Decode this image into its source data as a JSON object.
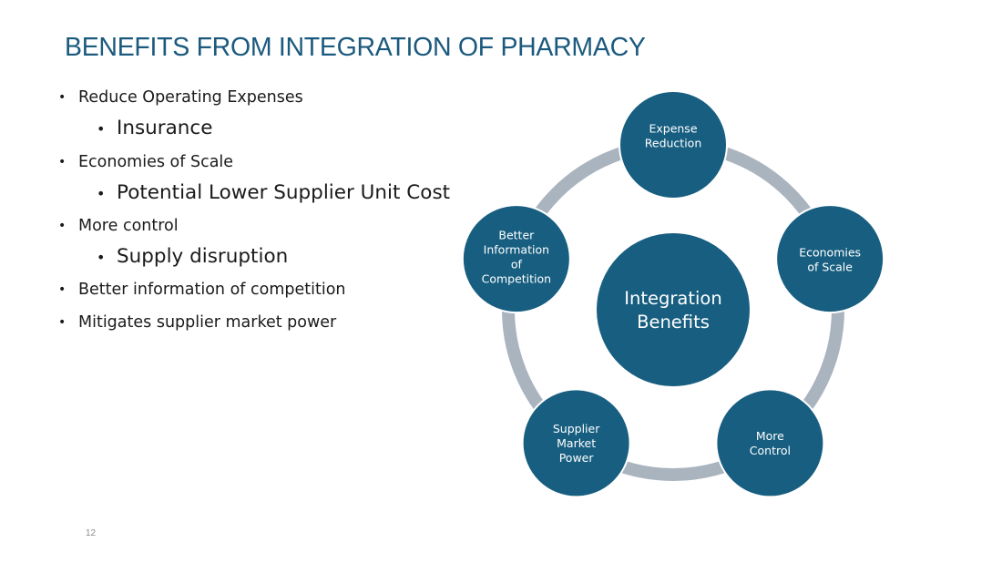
{
  "slide": {
    "title": "BENEFITS FROM INTEGRATION OF PHARMACY",
    "page_number": "12"
  },
  "bullets": [
    {
      "level": 1,
      "text": "Reduce Operating Expenses"
    },
    {
      "level": 2,
      "text": "Insurance"
    },
    {
      "level": 1,
      "text": "Economies of Scale"
    },
    {
      "level": 2,
      "text": "Potential Lower Supplier Unit Cost"
    },
    {
      "level": 1,
      "text": "More control"
    },
    {
      "level": 2,
      "text": "Supply disruption"
    },
    {
      "level": 1,
      "text": "Better information of competition"
    },
    {
      "level": 1,
      "text": "Mitigates supplier market power"
    }
  ],
  "diagram": {
    "type": "radial-cycle",
    "center": {
      "lines": [
        "Integration",
        "Benefits"
      ]
    },
    "nodes": [
      {
        "id": "expense-reduction",
        "lines": [
          "Expense",
          "Reduction"
        ]
      },
      {
        "id": "economies-of-scale",
        "lines": [
          "Economies",
          "of Scale"
        ]
      },
      {
        "id": "more-control",
        "lines": [
          "More",
          "Control"
        ]
      },
      {
        "id": "supplier-market-power",
        "lines": [
          "Supplier",
          "Market",
          "Power"
        ]
      },
      {
        "id": "better-information-of-competition",
        "lines": [
          "Better",
          "Information",
          "of",
          "Competition"
        ]
      }
    ],
    "colors": {
      "node_fill": "#175e80",
      "ring": "#aab4bf",
      "title": "#1b5a7e"
    }
  }
}
